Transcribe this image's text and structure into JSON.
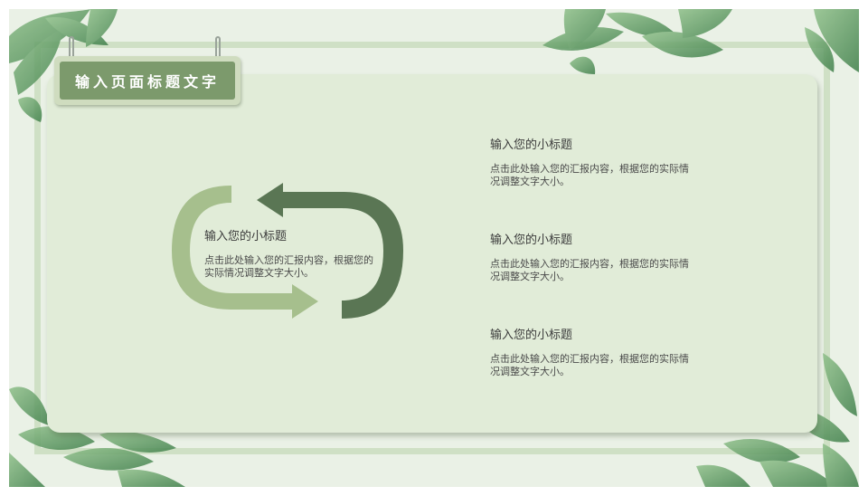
{
  "page": {
    "title": "输入页面标题文字"
  },
  "center_block": {
    "heading": "输入您的小标题",
    "body": "点击此处输入您的汇报内容，根据您的实际情况调整文字大小。"
  },
  "right_blocks": [
    {
      "heading": "输入您的小标题",
      "body": "点击此处输入您的汇报内容，根据您的实际情况调整文字大小。"
    },
    {
      "heading": "输入您的小标题",
      "body": "点击此处输入您的汇报内容，根据您的实际情况调整文字大小。"
    },
    {
      "heading": "输入您的小标题",
      "body": "点击此处输入您的汇报内容，根据您的实际情况调整文字大小。"
    }
  ],
  "colors": {
    "background": "#eaf1e6",
    "card": "#e1ecd8",
    "title_bar": "#7c9a6c",
    "arrow_light": "#a6bf8d",
    "arrow_dark": "#5a7654",
    "leaf_green": "#6a9e68"
  },
  "icons": {
    "cycle": "circular-arrows-icon",
    "decor": "tropical-leaf-icon"
  }
}
